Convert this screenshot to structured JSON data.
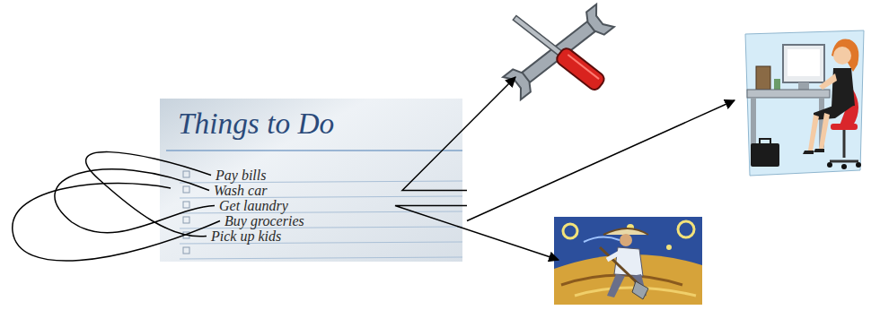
{
  "diagram": {
    "nodes": [
      {
        "text": [
          "Things to Do",
          "Pay bills",
          "Wash car",
          "Get laundry",
          "Buy groceries",
          "Pick up kids"
        ]
      }
    ]
  }
}
